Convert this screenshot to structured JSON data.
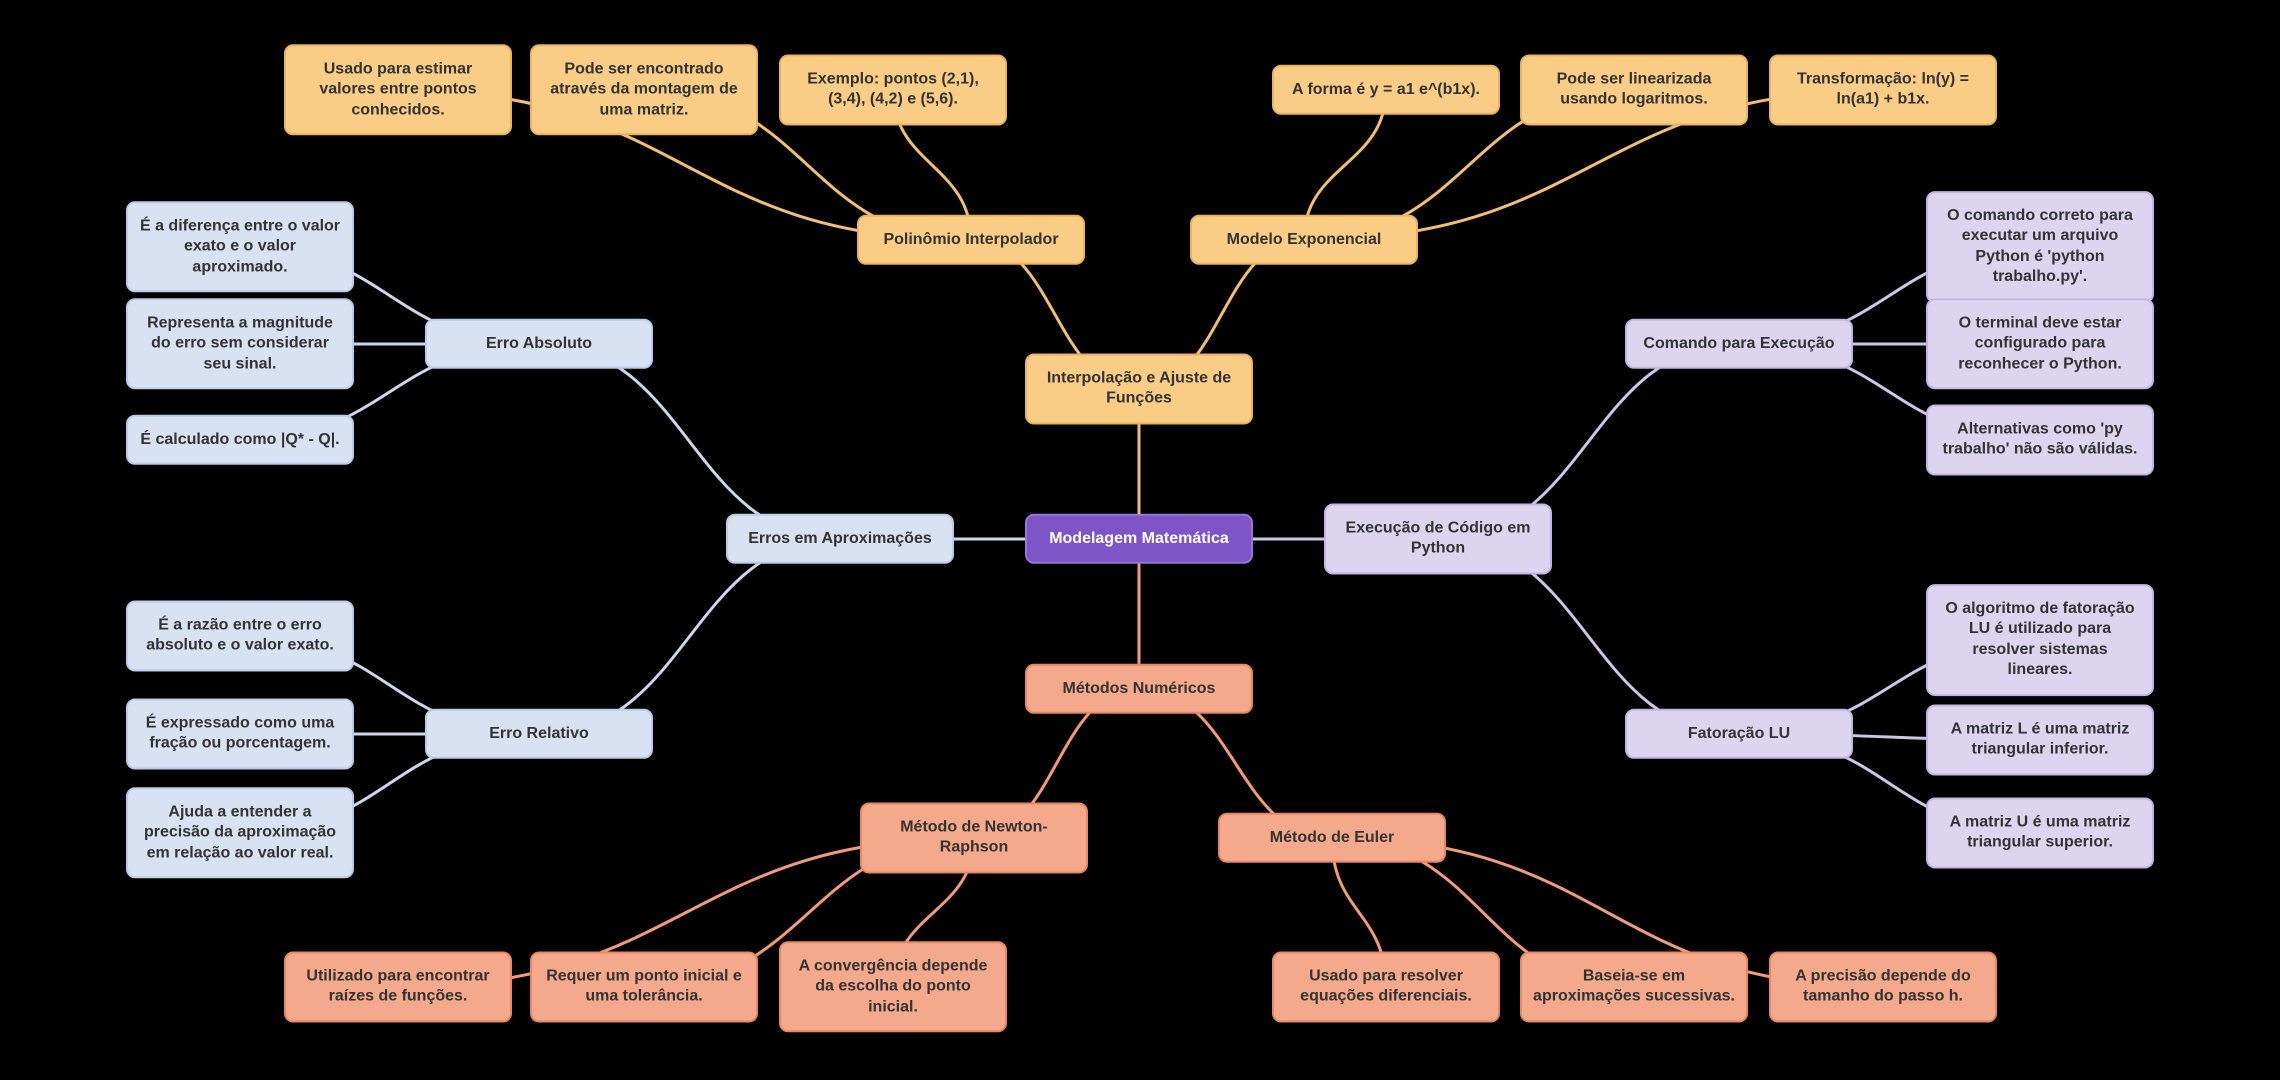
{
  "mindmap": {
    "root": {
      "label": "Modelagem Matemática"
    },
    "branches": [
      {
        "label": "Interpolação e Ajuste de Funções",
        "children": [
          {
            "label": "Polinômio Interpolador",
            "leaves": [
              "Usado para estimar valores entre pontos conhecidos.",
              "Pode ser encontrado através da montagem de uma matriz.",
              "Exemplo: pontos (2,1), (3,4), (4,2) e (5,6)."
            ]
          },
          {
            "label": "Modelo Exponencial",
            "leaves": [
              "A forma é y = a1 e^(b1x).",
              "Pode ser linearizada usando logaritmos.",
              "Transformação: ln(y) = ln(a1) + b1x."
            ]
          }
        ]
      },
      {
        "label": "Erros em Aproximações",
        "children": [
          {
            "label": "Erro Absoluto",
            "leaves": [
              "É a diferença entre o valor exato e o valor aproximado.",
              "Representa a magnitude do erro sem considerar seu sinal.",
              "É calculado como |Q* - Q|."
            ]
          },
          {
            "label": "Erro Relativo",
            "leaves": [
              "É a razão entre o erro absoluto e o valor exato.",
              "É expressado como uma fração ou porcentagem.",
              "Ajuda a entender a precisão da aproximação em relação ao valor real."
            ]
          }
        ]
      },
      {
        "label": "Execução de Código em Python",
        "children": [
          {
            "label": "Comando para Execução",
            "leaves": [
              "O comando correto para executar um arquivo Python é 'python trabalho.py'.",
              "O terminal deve estar configurado para reconhecer o Python.",
              "Alternativas como 'py trabalho' não são válidas."
            ]
          },
          {
            "label": "Fatoração LU",
            "leaves": [
              "O algoritmo de fatoração LU é utilizado para resolver sistemas lineares.",
              "A matriz L é uma matriz triangular inferior.",
              "A matriz U é uma matriz triangular superior."
            ]
          }
        ]
      },
      {
        "label": "Métodos Numéricos",
        "children": [
          {
            "label": "Método de Newton-Raphson",
            "leaves": [
              "Utilizado para encontrar raízes de funções.",
              "Requer um ponto inicial e uma tolerância.",
              "A convergência depende da escolha do ponto inicial."
            ]
          },
          {
            "label": "Método de Euler",
            "leaves": [
              "Usado para resolver equações diferenciais.",
              "Baseia-se em aproximações sucessivas.",
              "A precisão depende do tamanho do passo h."
            ]
          }
        ]
      }
    ],
    "palette": {
      "background": "#000000",
      "node_text": "#333333",
      "root": {
        "fill": "#7D55C7",
        "border": "#9678D4",
        "text": "#FFFFFF"
      },
      "branches": {
        "interp": {
          "fill": "#FACD87",
          "border": "#E9B35F",
          "edge": "#F0BE74"
        },
        "erros": {
          "fill": "#D9E2F3",
          "border": "#BCCBE6",
          "edge": "#CBD7EC"
        },
        "python": {
          "fill": "#DDD5F0",
          "border": "#C3B5E3",
          "edge": "#D0C4E8"
        },
        "metodos": {
          "fill": "#F5A98C",
          "border": "#E58864",
          "edge": "#F09B79"
        }
      }
    }
  }
}
